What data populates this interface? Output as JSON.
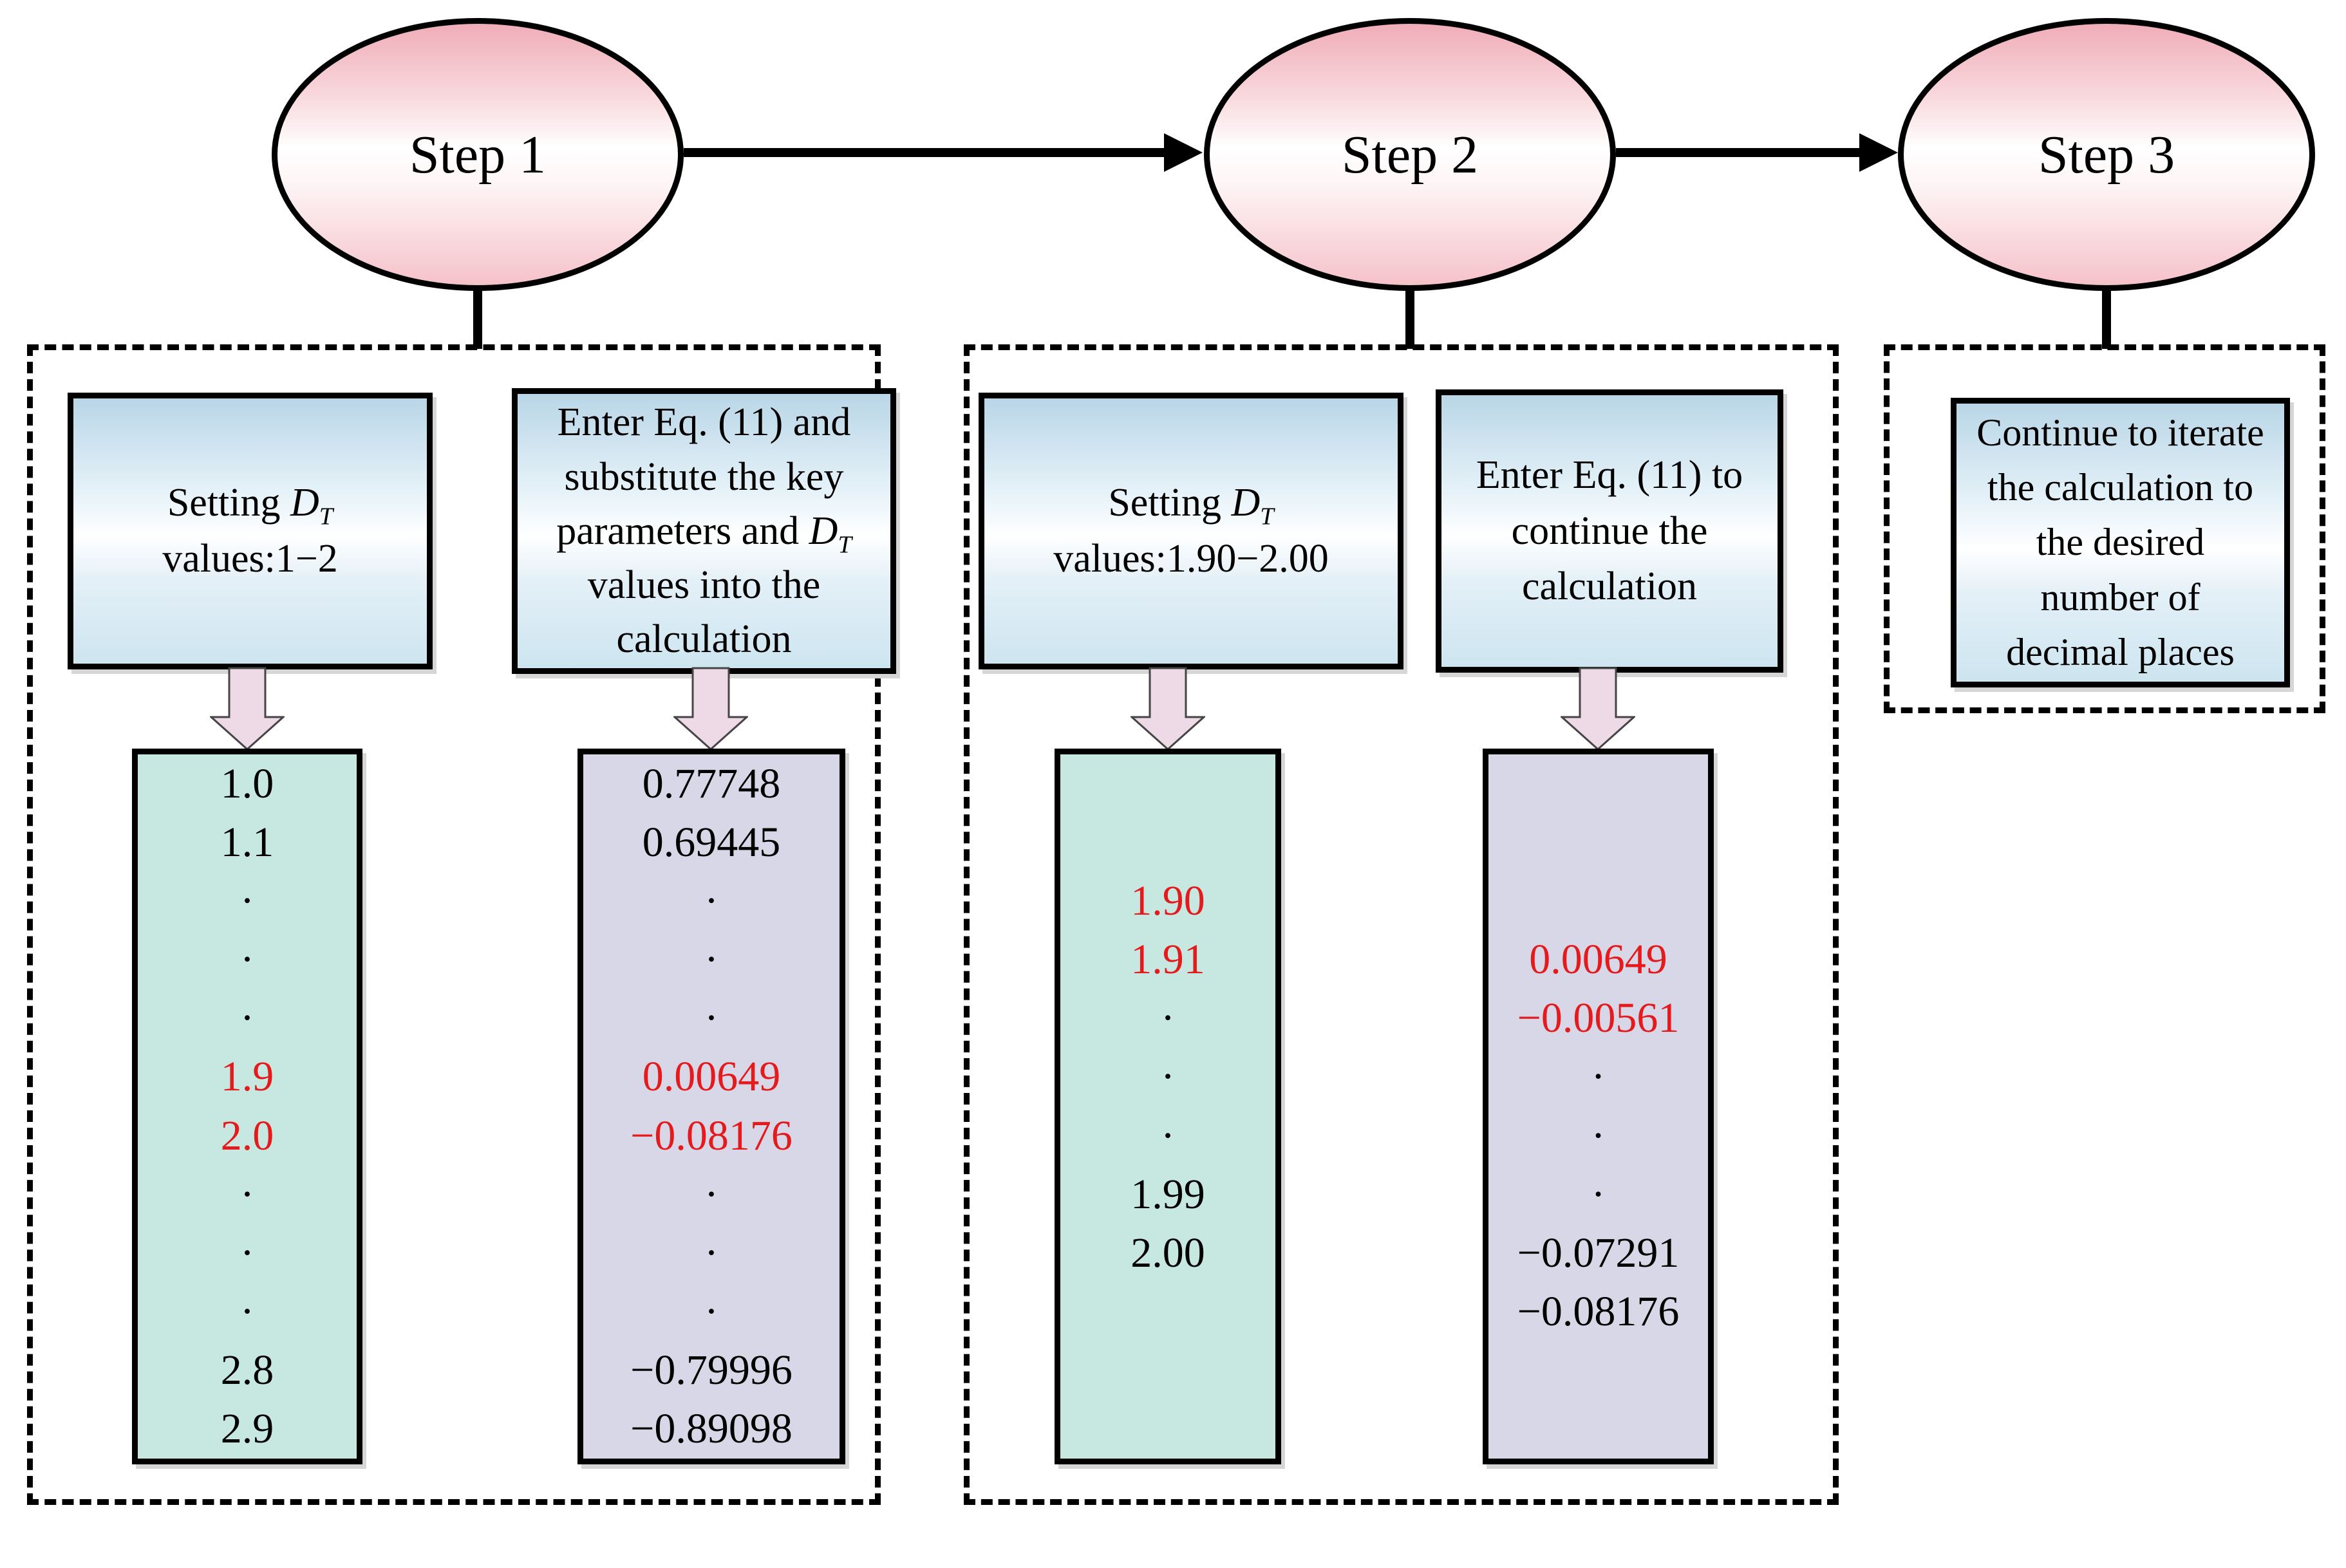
{
  "colors": {
    "red_highlight": "#e41a1c",
    "black_text": "#000000",
    "green_list_fill": "#c7e8e0",
    "purple_list_fill": "#d8d7e7",
    "pink_arrow_fill": "#eedae6",
    "ellipse_pink_top": "#f0adb8",
    "ellipse_pink_bottom": "#f5c2c9",
    "blue_box_top": "#b9d6e7",
    "blue_box_bottom": "#cde5f0",
    "border": "#000000"
  },
  "steps": [
    {
      "label": "Step 1"
    },
    {
      "label": "Step 2"
    },
    {
      "label": "Step 3"
    }
  ],
  "step1": {
    "setting_box": {
      "line1_pre": "Setting ",
      "line1_var": "D",
      "line1_sub": "T",
      "line2": "values:1−2"
    },
    "enter_box": {
      "l1": "Enter Eq. (11) and",
      "l2": "substitute the key",
      "l3_pre": "parameters and ",
      "l3_var": "D",
      "l3_sub": "T",
      "l4": "values into the",
      "l5": "calculation"
    },
    "green_rows": [
      {
        "t": "1.0",
        "style": "color:#000000"
      },
      {
        "t": "1.1",
        "style": "color:#000000"
      },
      {
        "t": "·",
        "style": "color:#000000"
      },
      {
        "t": "·",
        "style": "color:#000000"
      },
      {
        "t": "·",
        "style": "color:#000000"
      },
      {
        "t": "1.9",
        "style": "color:#e41a1c"
      },
      {
        "t": "2.0",
        "style": "color:#e41a1c"
      },
      {
        "t": "·",
        "style": "color:#000000"
      },
      {
        "t": "·",
        "style": "color:#000000"
      },
      {
        "t": "·",
        "style": "color:#000000"
      },
      {
        "t": "2.8",
        "style": "color:#000000"
      },
      {
        "t": "2.9",
        "style": "color:#000000"
      }
    ],
    "purple_rows": [
      {
        "t": "0.77748",
        "style": "color:#000000"
      },
      {
        "t": "0.69445",
        "style": "color:#000000"
      },
      {
        "t": "·",
        "style": "color:#000000"
      },
      {
        "t": "·",
        "style": "color:#000000"
      },
      {
        "t": "·",
        "style": "color:#000000"
      },
      {
        "t": "0.00649",
        "style": "color:#e41a1c"
      },
      {
        "t": "−0.08176",
        "style": "color:#e41a1c"
      },
      {
        "t": "·",
        "style": "color:#000000"
      },
      {
        "t": "·",
        "style": "color:#000000"
      },
      {
        "t": "·",
        "style": "color:#000000"
      },
      {
        "t": "−0.79996",
        "style": "color:#000000"
      },
      {
        "t": "−0.89098",
        "style": "color:#000000"
      }
    ]
  },
  "step2": {
    "setting_box": {
      "line1_pre": "Setting ",
      "line1_var": "D",
      "line1_sub": "T",
      "line2": "values:1.90−2.00"
    },
    "enter_box": {
      "l1": "Enter Eq. (11) to",
      "l2": "continue the",
      "l3": "calculation"
    },
    "green_rows": [
      {
        "t": "",
        "style": "color:#000000"
      },
      {
        "t": "",
        "style": "color:#000000"
      },
      {
        "t": "1.90",
        "style": "color:#e41a1c"
      },
      {
        "t": "1.91",
        "style": "color:#e41a1c"
      },
      {
        "t": "·",
        "style": "color:#000000"
      },
      {
        "t": "·",
        "style": "color:#000000"
      },
      {
        "t": "·",
        "style": "color:#000000"
      },
      {
        "t": "1.99",
        "style": "color:#000000"
      },
      {
        "t": "2.00",
        "style": "color:#000000"
      },
      {
        "t": "",
        "style": "color:#000000"
      },
      {
        "t": "",
        "style": "color:#000000"
      },
      {
        "t": "",
        "style": "color:#000000"
      }
    ],
    "purple_rows": [
      {
        "t": "",
        "style": "color:#000000"
      },
      {
        "t": "",
        "style": "color:#000000"
      },
      {
        "t": "",
        "style": "color:#000000"
      },
      {
        "t": "0.00649",
        "style": "color:#e41a1c"
      },
      {
        "t": "−0.00561",
        "style": "color:#e41a1c"
      },
      {
        "t": "·",
        "style": "color:#000000"
      },
      {
        "t": "·",
        "style": "color:#000000"
      },
      {
        "t": "·",
        "style": "color:#000000"
      },
      {
        "t": "−0.07291",
        "style": "color:#000000"
      },
      {
        "t": "−0.08176",
        "style": "color:#000000"
      },
      {
        "t": "",
        "style": "color:#000000"
      },
      {
        "t": "",
        "style": "color:#000000"
      }
    ]
  },
  "step3": {
    "box": {
      "l1": "Continue to iterate",
      "l2": "the calculation to",
      "l3": "the desired",
      "l4": "number of",
      "l5": "decimal places"
    }
  }
}
